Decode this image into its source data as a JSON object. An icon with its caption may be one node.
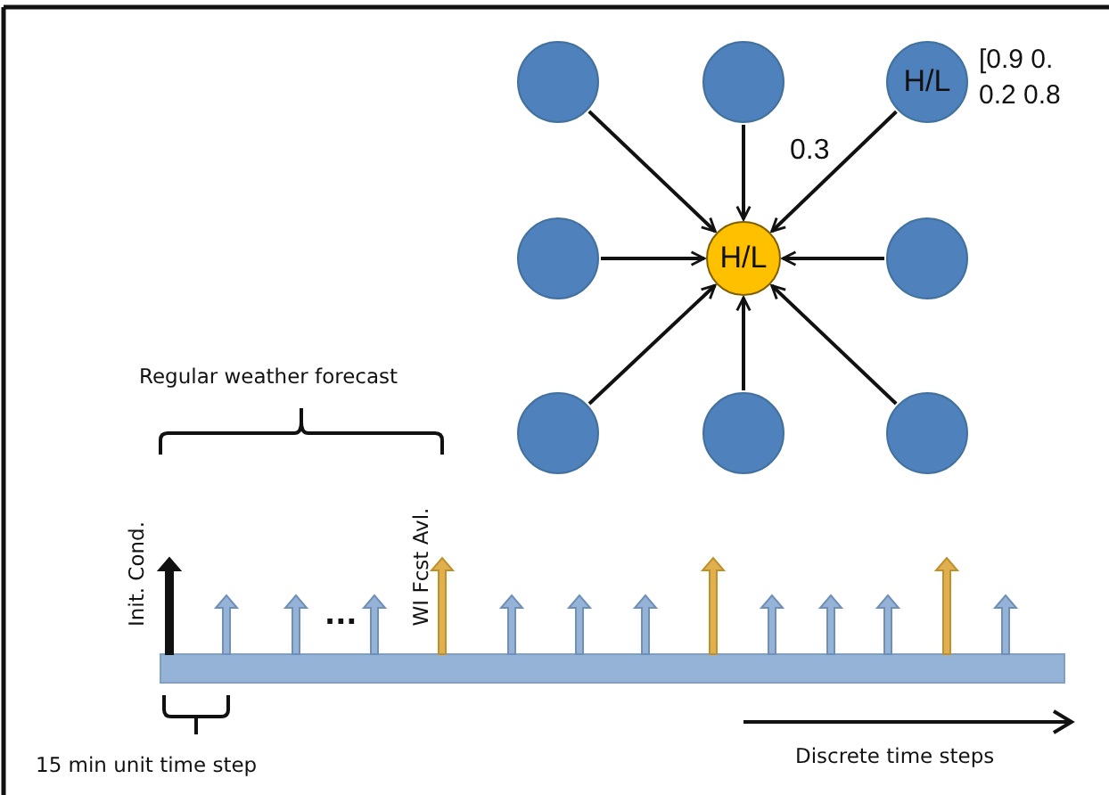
{
  "diagram": {
    "nodes": [
      {
        "text": [],
        "shape": "circle"
      },
      {
        "text": [],
        "shape": "circle"
      },
      {
        "text": [
          "H/L"
        ],
        "beside": [
          "[0.9 0. 0.2 0.8"
        ]
      },
      {
        "text": [],
        "shape": "circle"
      },
      {
        "text": [
          "H/L"
        ]
      },
      {
        "text": [],
        "shape": "circle"
      },
      {
        "text": [],
        "shape": "circle"
      },
      {
        "text": [],
        "shape": "circle"
      },
      {
        "text": [],
        "shape": "circle"
      }
    ],
    "edges": [
      {
        "from": 0,
        "to": 4,
        "arrow": "to"
      },
      {
        "from": 1,
        "to": 4,
        "arrow": "to"
      },
      {
        "from": 2,
        "to": 4,
        "arrow": "to"
      },
      {
        "from": 3,
        "to": 4,
        "arrow": "to"
      },
      {
        "from": 5,
        "to": 4,
        "arrow": "to"
      },
      {
        "from": 6,
        "to": 4,
        "arrow": "to"
      },
      {
        "from": 7,
        "to": 4,
        "arrow": "to"
      },
      {
        "from": 8,
        "to": 4,
        "arrow": "to"
      }
    ],
    "labels": [
      "0.3",
      "Regular weather forecast",
      "Init. Cond.",
      "WI Fcst Avl.",
      "...",
      "15 min unit time step",
      "Discrete time steps"
    ]
  }
}
